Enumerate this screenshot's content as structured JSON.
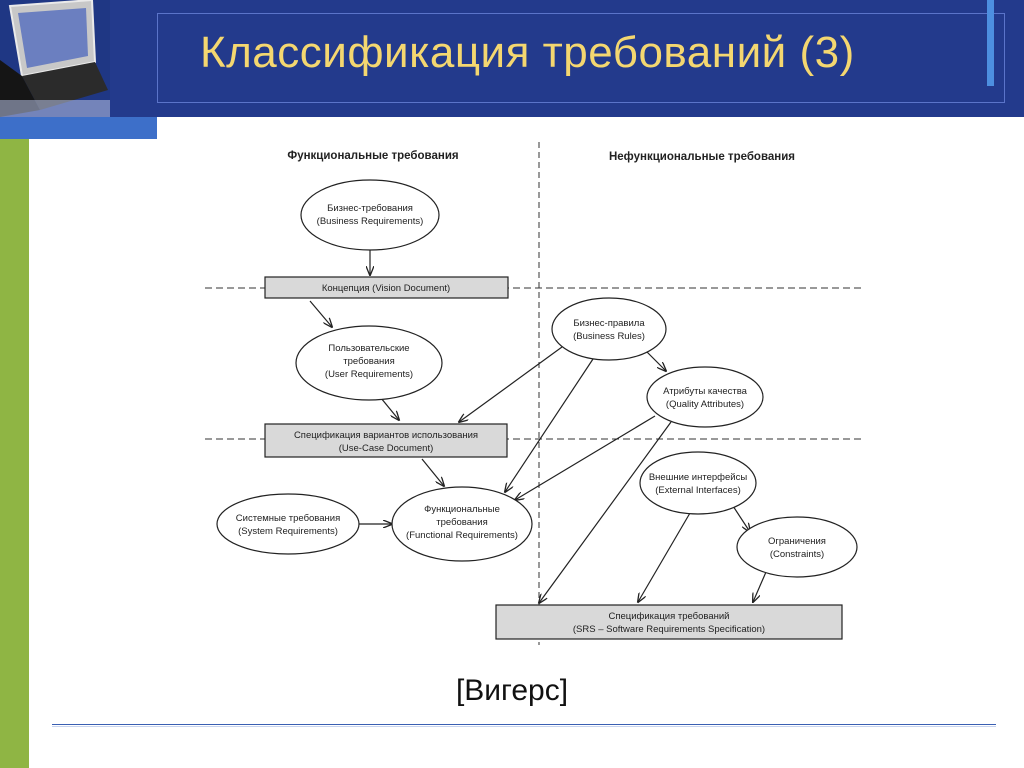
{
  "slide": {
    "title": "Классификация требований (3)",
    "caption": "[Вигерс]"
  },
  "diagram": {
    "headers": {
      "functional": "Функциональные требования",
      "nonfunctional": "Нефункциональные требования"
    },
    "nodes": {
      "business_req": [
        "Бизнес-требования",
        "(Business Requirements)"
      ],
      "vision": [
        "Концепция (Vision Document)"
      ],
      "user_req": [
        "Пользовательские",
        "требования",
        "(User Requirements)"
      ],
      "business_rules": [
        "Бизнес-правила",
        "(Business Rules)"
      ],
      "quality": [
        "Атрибуты качества",
        "(Quality Attributes)"
      ],
      "use_case": [
        "Спецификация вариантов использования",
        "(Use-Case Document)"
      ],
      "external": [
        "Внешние интерфейсы",
        "(External Interfaces)"
      ],
      "system_req": [
        "Системные требования",
        "(System Requirements)"
      ],
      "functional_req": [
        "Функциональные",
        "требования",
        "(Functional Requirements)"
      ],
      "constraints": [
        "Ограничения",
        "(Constraints)"
      ],
      "srs": [
        "Спецификация требований",
        "(SRS – Software Requirements Specification)"
      ]
    }
  }
}
